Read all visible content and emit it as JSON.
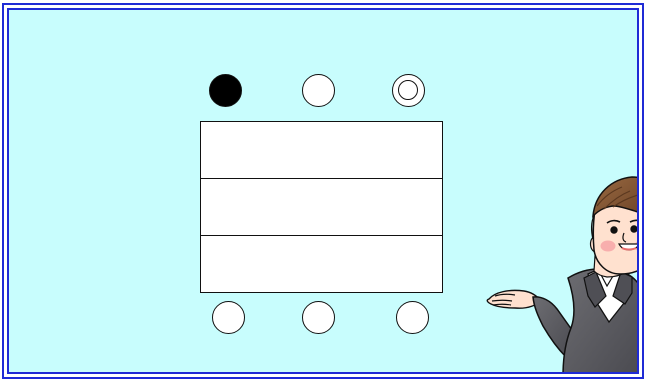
{
  "colors": {
    "background": "#c8fdfd",
    "border": "#1f2bd6",
    "seat_fill": "#ffffff",
    "occupied_seat_fill": "#000000"
  },
  "scene": {
    "table": {
      "segments": 3
    },
    "top_seats": [
      {
        "state": "filled"
      },
      {
        "state": "empty"
      },
      {
        "state": "double-ring"
      }
    ],
    "bottom_seats": [
      {
        "state": "empty"
      },
      {
        "state": "empty"
      },
      {
        "state": "empty"
      }
    ],
    "presenter": {
      "icon": "presenter-icon"
    }
  }
}
